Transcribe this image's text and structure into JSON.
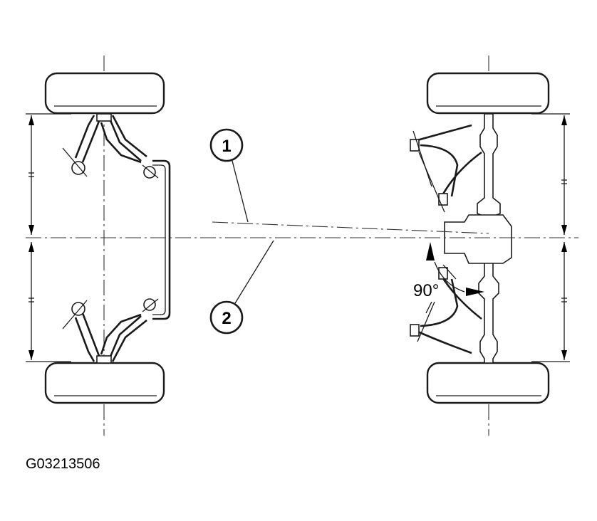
{
  "diagram": {
    "callouts": [
      {
        "label": "1"
      },
      {
        "label": "2"
      }
    ],
    "angle_label": "90°",
    "figure_id": "G03213506"
  }
}
